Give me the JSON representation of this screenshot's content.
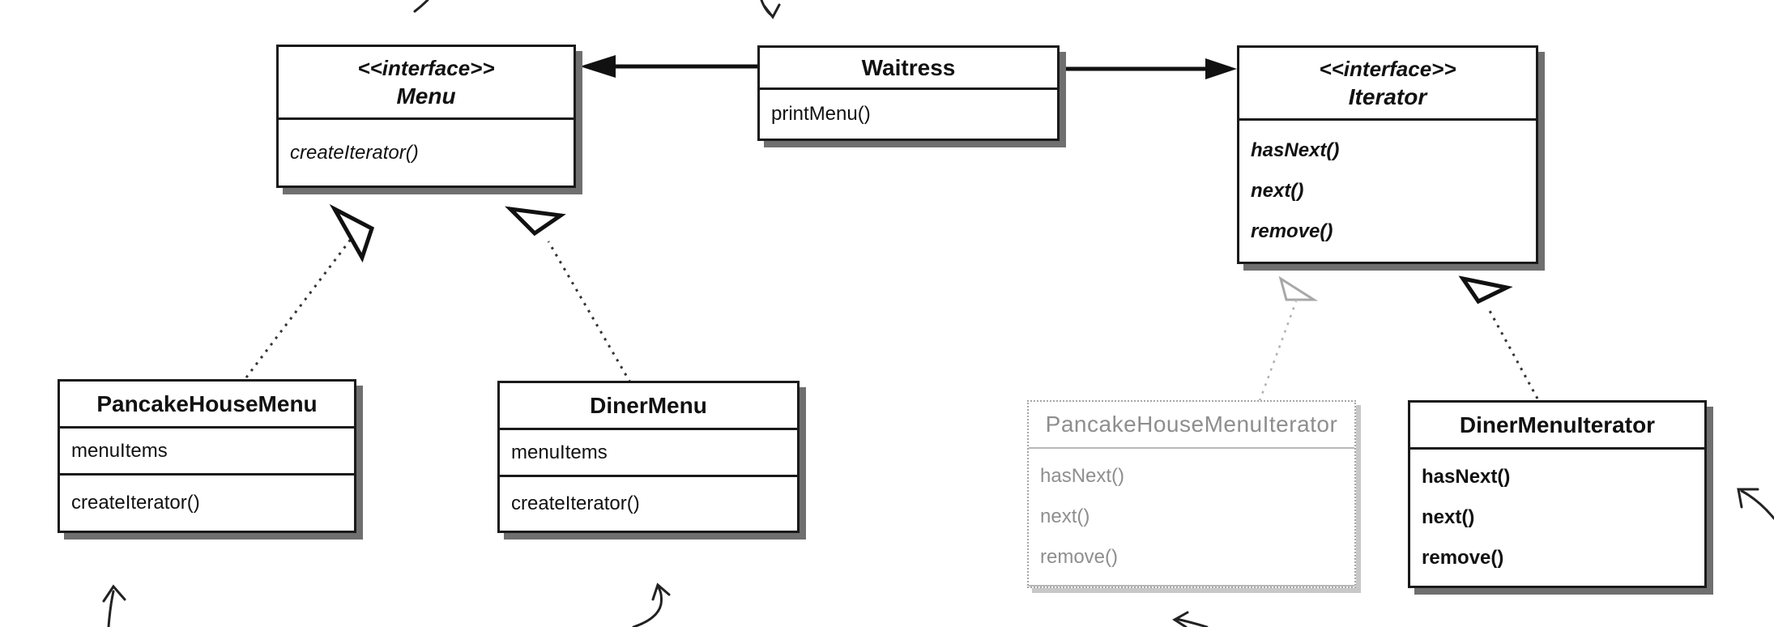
{
  "diagram": {
    "classes": {
      "menu": {
        "stereotype": "<<interface>>",
        "name": "Menu",
        "methods": [
          "createIterator()"
        ]
      },
      "waitress": {
        "name": "Waitress",
        "methods": [
          "printMenu()"
        ]
      },
      "iterator": {
        "stereotype": "<<interface>>",
        "name": "Iterator",
        "methods": [
          "hasNext()",
          "next()",
          "remove()"
        ]
      },
      "pancake_house_menu": {
        "name": "PancakeHouseMenu",
        "fields": [
          "menuItems"
        ],
        "methods": [
          "createIterator()"
        ]
      },
      "diner_menu": {
        "name": "DinerMenu",
        "fields": [
          "menuItems"
        ],
        "methods": [
          "createIterator()"
        ]
      },
      "pancake_house_menu_iterator": {
        "name": "PancakeHouseMenuIterator",
        "methods": [
          "hasNext()",
          "next()",
          "remove()"
        ]
      },
      "diner_menu_iterator": {
        "name": "DinerMenuIterator",
        "methods": [
          "hasNext()",
          "next()",
          "remove()"
        ]
      }
    },
    "relations": [
      {
        "from": "waitress",
        "to": "menu",
        "type": "association"
      },
      {
        "from": "waitress",
        "to": "iterator",
        "type": "association"
      },
      {
        "from": "pancake_house_menu",
        "to": "menu",
        "type": "realization"
      },
      {
        "from": "diner_menu",
        "to": "menu",
        "type": "realization"
      },
      {
        "from": "pancake_house_menu_iterator",
        "to": "iterator",
        "type": "realization"
      },
      {
        "from": "diner_menu_iterator",
        "to": "iterator",
        "type": "realization"
      }
    ]
  }
}
